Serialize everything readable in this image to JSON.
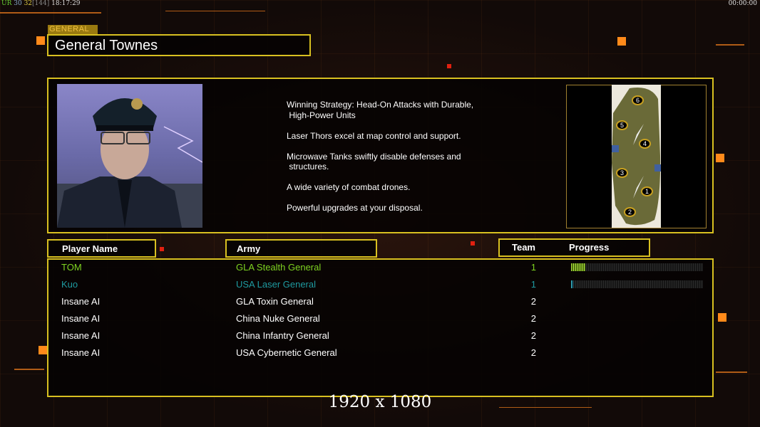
{
  "hud": {
    "ur": "UR",
    "n1": "30",
    "n2": "32",
    "bracket": "[144]",
    "time": "18:17:29",
    "clock": "00:00:00"
  },
  "general": {
    "section_label": "GENERAL",
    "name": "General Townes"
  },
  "description": [
    "Winning Strategy: Head-On Attacks with Durable,\n High-Power Units",
    "Laser Thors excel at map control and support.",
    "Microwave Tanks swiftly disable defenses and\n structures.",
    "A wide variety of combat drones.",
    "Powerful upgrades at your disposal."
  ],
  "map": {
    "start_positions": [
      "6",
      "5",
      "4",
      "3",
      "1",
      "2"
    ]
  },
  "columns": {
    "player": "Player Name",
    "army": "Army",
    "team": "Team",
    "progress": "Progress"
  },
  "players": [
    {
      "name": "TOM",
      "army": "GLA Stealth General",
      "team": "1",
      "color": "#7ed321",
      "progress": 11
    },
    {
      "name": "Kuo",
      "army": "USA Laser General",
      "team": "1",
      "color": "#1e9aa0",
      "progress": 1
    },
    {
      "name": "Insane AI",
      "army": "GLA Toxin General",
      "team": "2",
      "color": "#ffffff"
    },
    {
      "name": "Insane AI",
      "army": "China Nuke General",
      "team": "2",
      "color": "#ffffff"
    },
    {
      "name": "Insane AI",
      "army": "China Infantry General",
      "team": "2",
      "color": "#ffffff"
    },
    {
      "name": "Insane AI",
      "army": "USA Cybernetic General",
      "team": "2",
      "color": "#ffffff"
    }
  ],
  "resolution": "1920 x 1080"
}
